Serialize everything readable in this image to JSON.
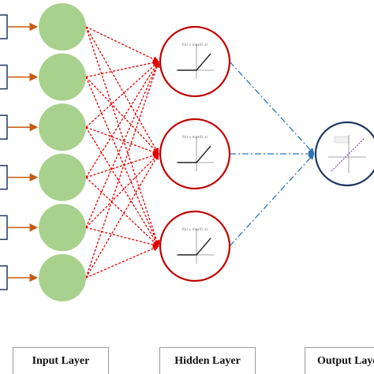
{
  "layers": {
    "input": {
      "label": "Input Layer",
      "node_count": 6
    },
    "hidden": {
      "label": "Hidden Layer",
      "node_count": 3,
      "function_caption": "f(x) = max(0, x)"
    },
    "output": {
      "label": "Output Layer",
      "node_count": 1
    }
  },
  "colors": {
    "input_box_border": "#1f3864",
    "input_arrow": "#c55a11",
    "input_node_fill": "#a9d18e",
    "hidden_border": "#c00000",
    "dense_connection": "#e00000",
    "output_border": "#1f3864",
    "output_connection": "#2e75b6"
  },
  "icons": {
    "hidden_node": "relu-graph-icon",
    "output_node": "linear-graph-icon"
  }
}
